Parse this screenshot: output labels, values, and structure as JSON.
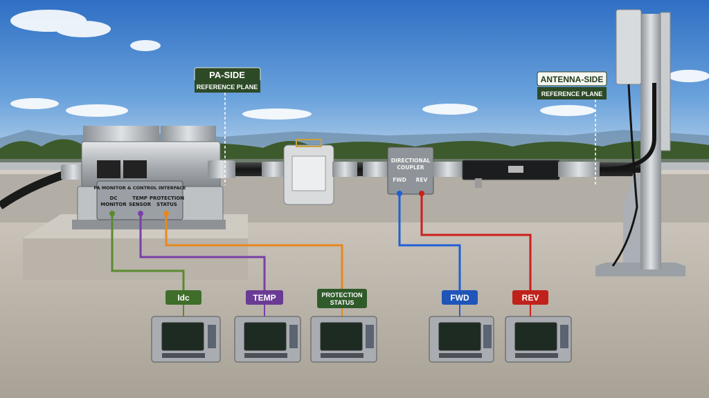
{
  "pa_plane": {
    "title": "PA-SIDE",
    "subtitle": "REFERENCE PLANE"
  },
  "antenna_plane": {
    "title": "ANTENNA-SIDE",
    "subtitle": "REFERENCE PLANE"
  },
  "monitor_panel": {
    "title": "PA MONITOR & CONTROL INTERFACE",
    "ports": [
      {
        "line1": "DC",
        "line2": "MONITOR"
      },
      {
        "line1": "TEMP",
        "line2": "SENSOR"
      },
      {
        "line1": "PROTECTION",
        "line2": "STATUS"
      }
    ]
  },
  "coupler": {
    "line1": "DIRECTIONAL",
    "line2": "COUPLER",
    "fwd": "FWD",
    "rev": "REV"
  },
  "meter_labels": [
    {
      "text": "Idc",
      "color": "#3f6e2a"
    },
    {
      "text": "TEMP",
      "color": "#6a3b94"
    },
    {
      "line1": "PROTECTION",
      "line2": "STATUS",
      "color": "#2f5a2a"
    },
    {
      "text": "FWD",
      "color": "#1f55b8"
    },
    {
      "text": "REV",
      "color": "#c0221b"
    }
  ],
  "wire_colors": {
    "green": "#5a8a2e",
    "purple": "#7a3fa8",
    "orange": "#e8871e",
    "blue": "#1f5fd6",
    "red": "#cc1f1a"
  }
}
